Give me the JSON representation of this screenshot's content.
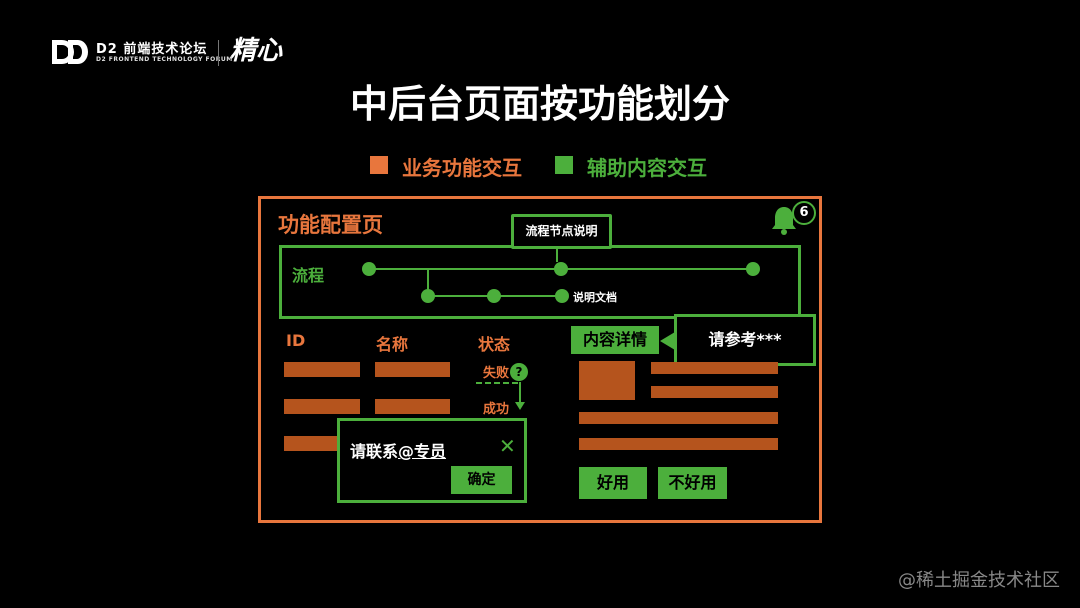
{
  "header": {
    "logo_icon": "d2-logo-icon",
    "brand_cn": "D2 前端技术论坛",
    "brand_en": "D2 FRONTEND TECHNOLOGY FORUM",
    "sub_brand": "精心"
  },
  "title": "中后台页面按功能划分",
  "legend": {
    "business": {
      "label": "业务功能交互",
      "color": "#e8763d"
    },
    "aux": {
      "label": "辅助内容交互",
      "color": "#4caf3c"
    }
  },
  "config_page": {
    "title": "功能配置页",
    "bell_icon": "bell-icon",
    "notification_count": "6",
    "process": {
      "label": "流程",
      "tooltip": "流程节点说明",
      "doc_link": "说明文档"
    },
    "table": {
      "columns": [
        "ID",
        "名称",
        "状态"
      ],
      "status_fail": "失败",
      "help_icon": "?",
      "status_success": "成功"
    },
    "detail": {
      "tab_label": "内容详情",
      "callout": "请参考***",
      "useful_button": "好用",
      "not_useful_button": "不好用"
    },
    "contact_dialog": {
      "text_prefix": "请联系",
      "link": "@专员",
      "close_icon": "✕",
      "confirm_button": "确定"
    }
  },
  "watermark": "@稀土掘金技术社区"
}
